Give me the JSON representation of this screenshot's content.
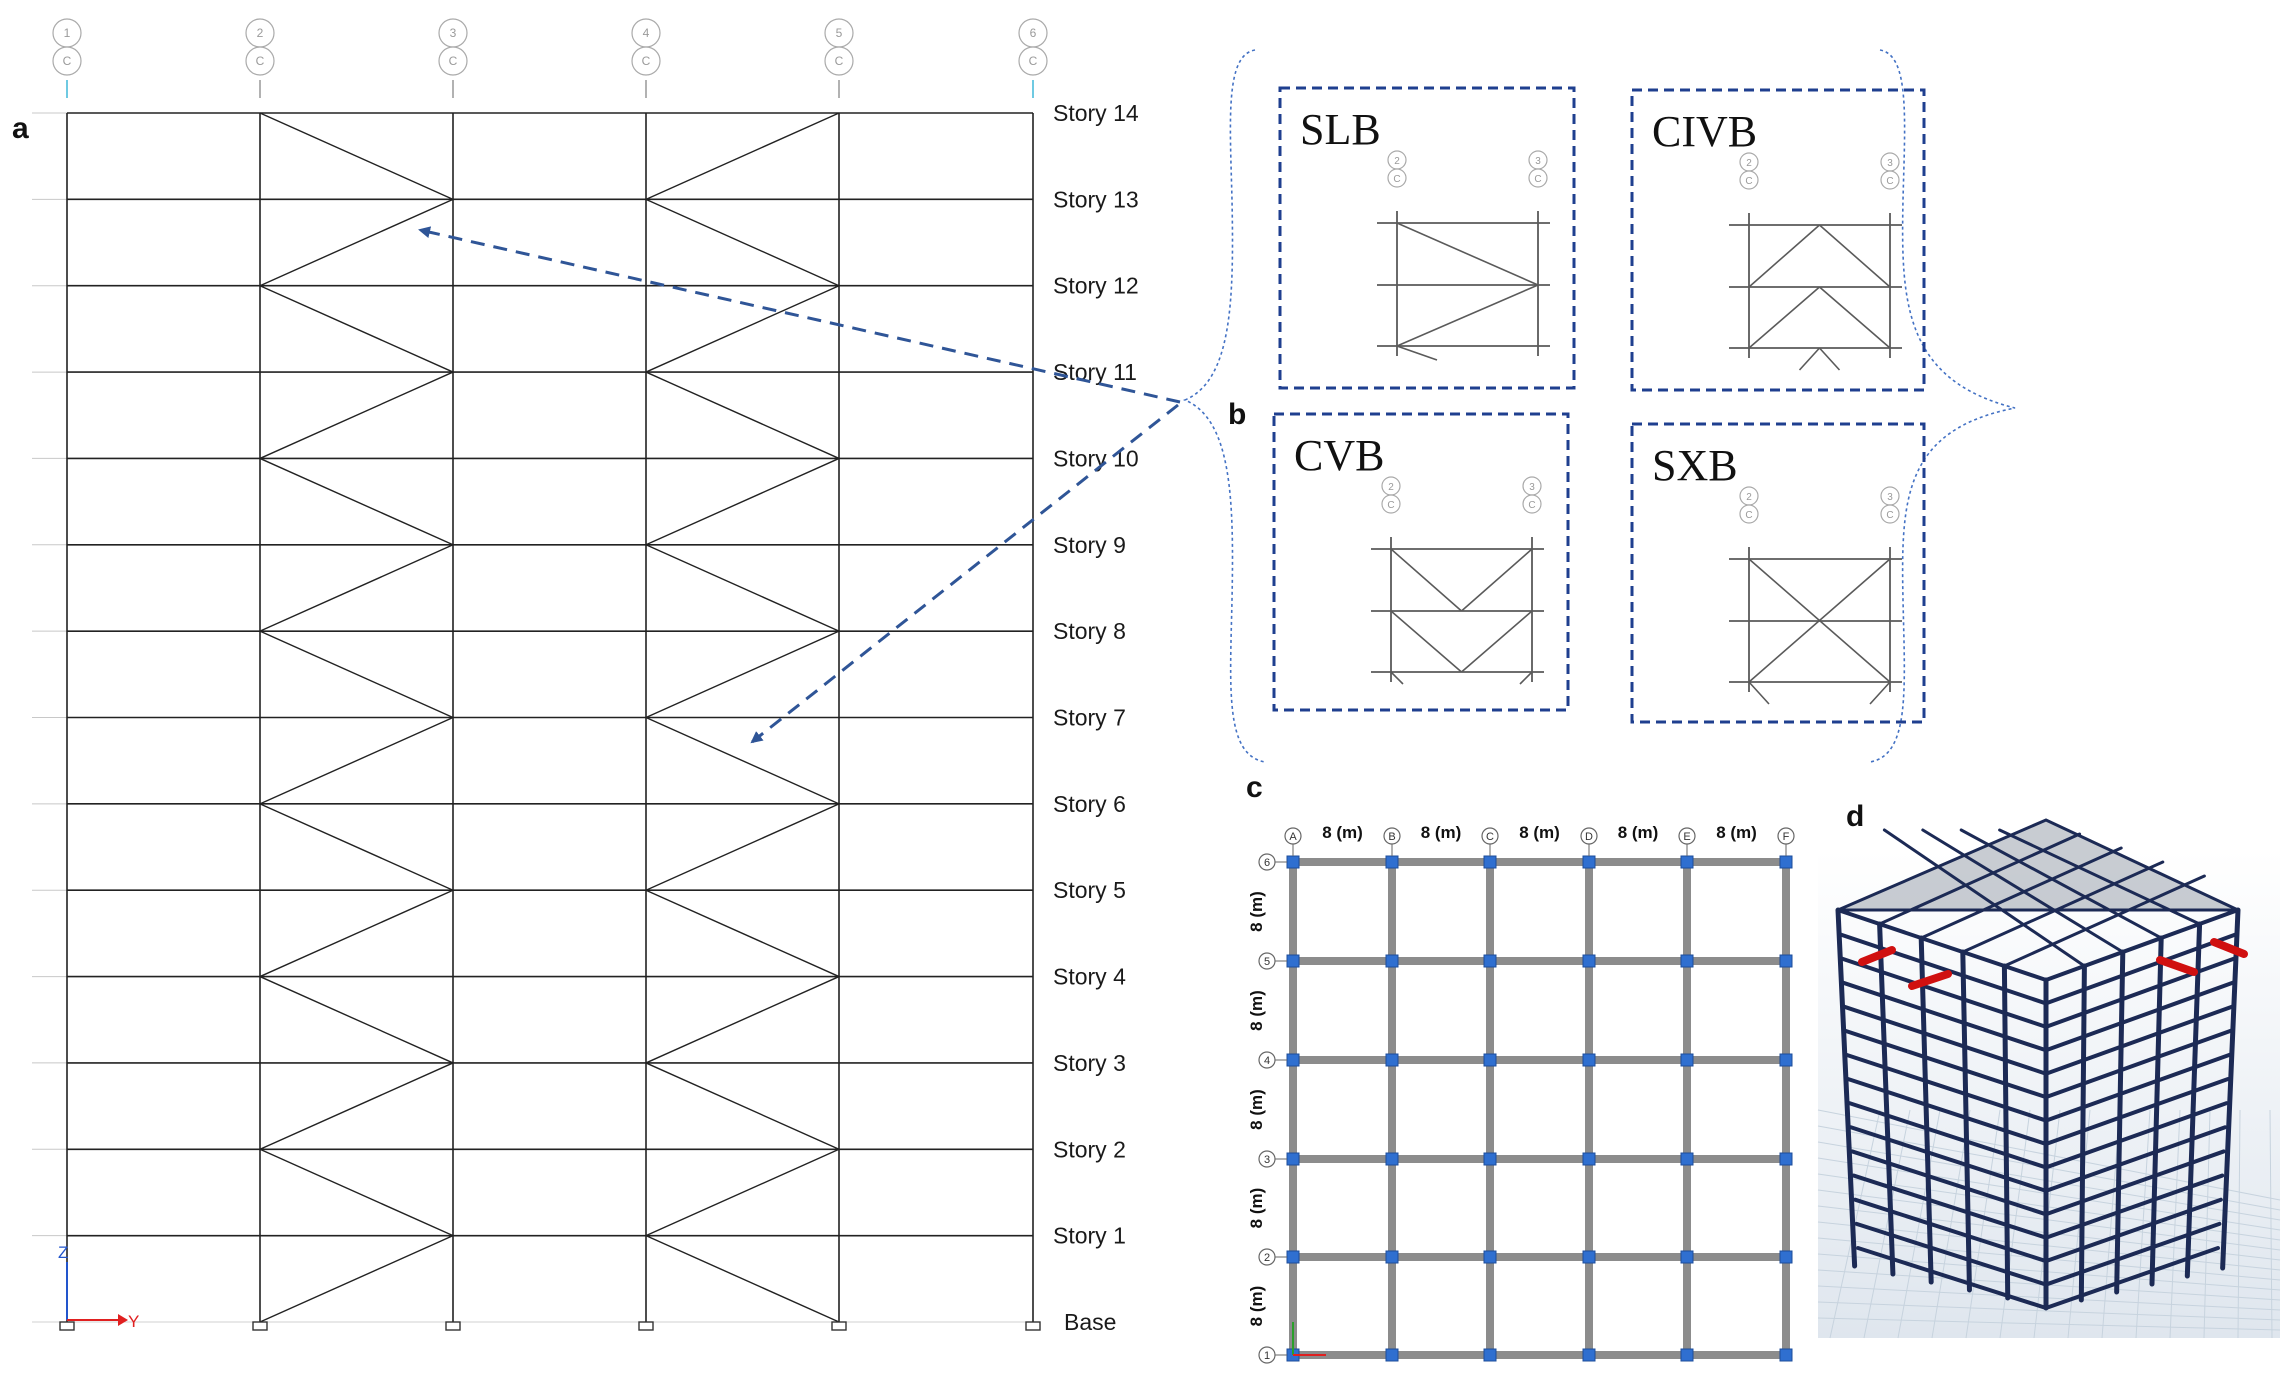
{
  "panel_letters": {
    "a": "a",
    "b": "b",
    "c": "c",
    "d": "d"
  },
  "elevation": {
    "grid_bubbles": [
      {
        "num": "1",
        "letter": "C"
      },
      {
        "num": "2",
        "letter": "C"
      },
      {
        "num": "3",
        "letter": "C"
      },
      {
        "num": "4",
        "letter": "C"
      },
      {
        "num": "5",
        "letter": "C"
      },
      {
        "num": "6",
        "letter": "C"
      }
    ],
    "stories": [
      "Story 14",
      "Story 13",
      "Story 12",
      "Story 11",
      "Story 10",
      "Story 9",
      "Story 8",
      "Story 7",
      "Story 6",
      "Story 5",
      "Story 4",
      "Story 3",
      "Story 2",
      "Story 1",
      "Base"
    ],
    "axis": {
      "vertical": "Z",
      "horizontal": "Y"
    }
  },
  "bracing_variants": [
    {
      "name": "SLB",
      "bubbles": [
        {
          "num": "2",
          "letter": "C"
        },
        {
          "num": "3",
          "letter": "C"
        }
      ]
    },
    {
      "name": "CIVB",
      "bubbles": [
        {
          "num": "2",
          "letter": "C"
        },
        {
          "num": "3",
          "letter": "C"
        }
      ]
    },
    {
      "name": "CVB",
      "bubbles": [
        {
          "num": "2",
          "letter": "C"
        },
        {
          "num": "3",
          "letter": "C"
        }
      ]
    },
    {
      "name": "SXB",
      "bubbles": [
        {
          "num": "2",
          "letter": "C"
        },
        {
          "num": "3",
          "letter": "C"
        }
      ]
    }
  ],
  "plan": {
    "column_bubbles": [
      "A",
      "B",
      "C",
      "D",
      "E",
      "F"
    ],
    "row_bubbles": [
      "6",
      "5",
      "4",
      "3",
      "2",
      "1"
    ],
    "spacing_label": "8 (m)"
  },
  "colors": {
    "frame": "#222222",
    "arrow": "#2f5597",
    "dash_box": "#1f3f8f",
    "plan_beam": "#8c8c8c",
    "plan_node": "#2f6fd0",
    "model_frame": "#1c2a55",
    "model_brace": "#d01010"
  }
}
